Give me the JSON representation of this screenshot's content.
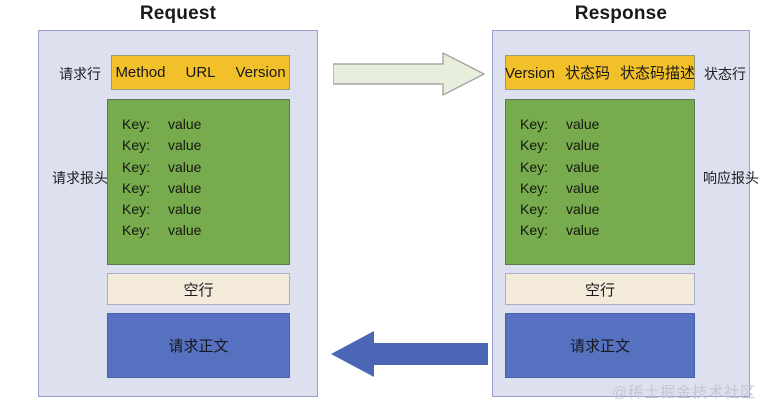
{
  "request": {
    "title": "Request",
    "labels": {
      "start_line": "请求行",
      "headers": "请求报头"
    },
    "start_line": {
      "tokens": [
        "Method",
        "URL",
        "Version"
      ]
    },
    "headers": [
      {
        "key": "Key:",
        "value": "value"
      },
      {
        "key": "Key:",
        "value": "value"
      },
      {
        "key": "Key:",
        "value": "value"
      },
      {
        "key": "Key:",
        "value": "value"
      },
      {
        "key": "Key:",
        "value": "value"
      },
      {
        "key": "Key:",
        "value": "value"
      }
    ],
    "blank_line": "空行",
    "body": "请求正文"
  },
  "response": {
    "title": "Response",
    "labels": {
      "start_line": "状态行",
      "headers": "响应报头"
    },
    "start_line": {
      "tokens": [
        "Version",
        "状态码",
        "状态码描述"
      ]
    },
    "headers": [
      {
        "key": "Key:",
        "value": "value"
      },
      {
        "key": "Key:",
        "value": "value"
      },
      {
        "key": "Key:",
        "value": "value"
      },
      {
        "key": "Key:",
        "value": "value"
      },
      {
        "key": "Key:",
        "value": "value"
      },
      {
        "key": "Key:",
        "value": "value"
      }
    ],
    "blank_line": "空行",
    "body": "请求正文"
  },
  "arrows": {
    "request_direction": "right-arrow-icon",
    "response_direction": "left-arrow-icon"
  },
  "watermark": "@稀土掘金技术社区",
  "colors": {
    "panel_fill": "#dde0ee",
    "panel_border": "#9aa0c8",
    "start_line_fill": "#f2c12a",
    "headers_fill": "#77ab4e",
    "blank_line_fill": "#f4ead9",
    "body_fill": "#5671c0",
    "request_arrow_fill": "#e8eedc",
    "request_arrow_stroke": "#a6a6a6",
    "response_arrow_fill": "#4a66b5"
  }
}
